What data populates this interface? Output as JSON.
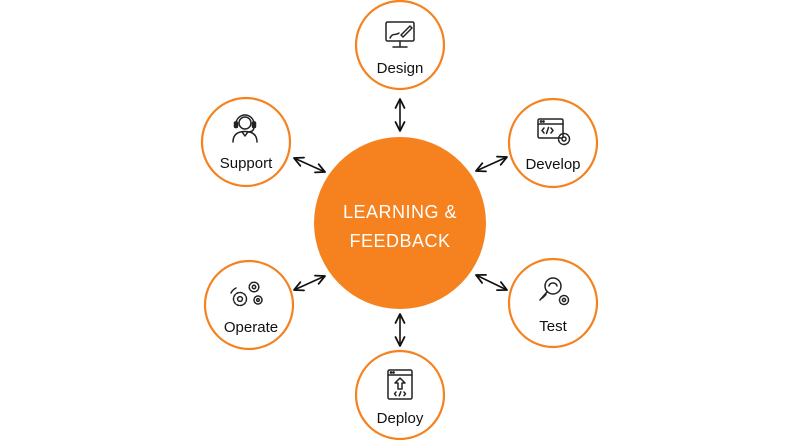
{
  "center": {
    "line1": "LEARNING &",
    "line2": "FEEDBACK"
  },
  "nodes": {
    "design": {
      "label": "Design",
      "icon": "monitor-pen-icon"
    },
    "develop": {
      "label": "Develop",
      "icon": "code-window-gear-icon"
    },
    "test": {
      "label": "Test",
      "icon": "magnifier-gear-icon"
    },
    "deploy": {
      "label": "Deploy",
      "icon": "browser-upload-icon"
    },
    "operate": {
      "label": "Operate",
      "icon": "gears-icon"
    },
    "support": {
      "label": "Support",
      "icon": "headset-agent-icon"
    }
  },
  "colors": {
    "accent": "#F5821F",
    "ring": "#F5821F",
    "icon": "#222222",
    "arrow": "#111111",
    "background": "#FFFFFF"
  }
}
